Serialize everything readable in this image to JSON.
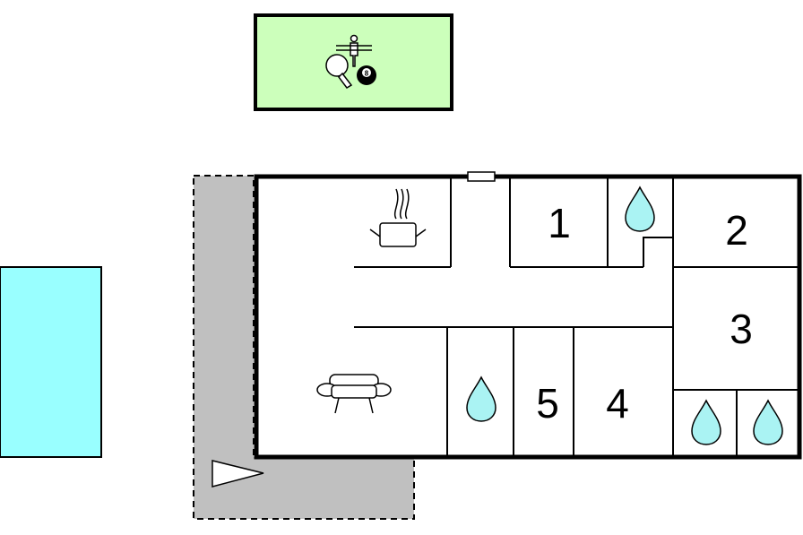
{
  "colors": {
    "pool": "#99ffff",
    "game_room": "#ccffbb",
    "terrace": "#c0c0c0",
    "water": "#aaf3f3",
    "wall": "#000000",
    "background": "#ffffff"
  },
  "rooms": {
    "room_1": {
      "label": "1",
      "icon": "bedroom"
    },
    "room_2": {
      "label": "2",
      "icon": "bedroom"
    },
    "room_3": {
      "label": "3",
      "icon": "bedroom"
    },
    "room_4": {
      "label": "4",
      "icon": "bedroom"
    },
    "room_5": {
      "label": "5",
      "icon": "bedroom"
    }
  },
  "icons": {
    "game_room": [
      "table-tennis-icon",
      "foosball-icon",
      "billiard-ball-icon"
    ],
    "kitchen": "cooking-pot-icon",
    "living_room": "sofa-icon",
    "bathrooms": "water-drop-icon",
    "entrance": "entrance-arrow-icon"
  },
  "billiard_ball": {
    "number": "8"
  }
}
